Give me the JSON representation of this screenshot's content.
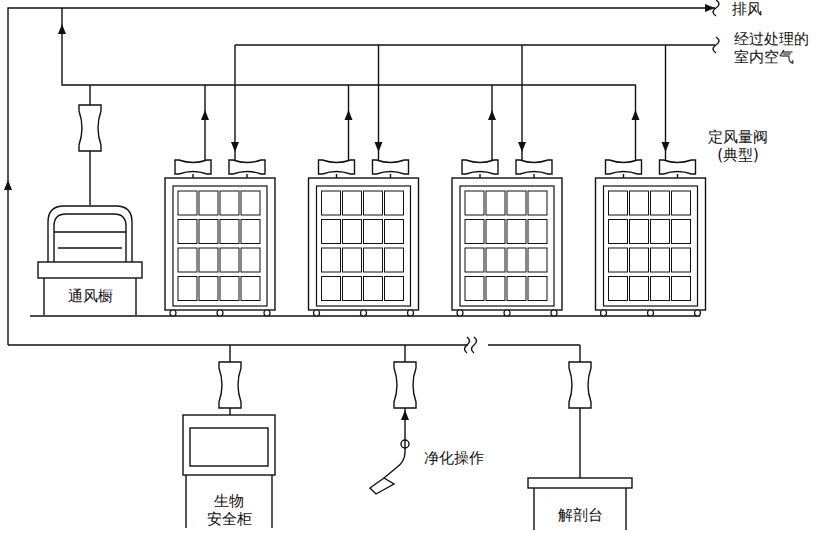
{
  "diagram": {
    "nodes": [
      {
        "text": [
          "通风橱"
        ]
      },
      {
        "text": [
          "生物 安全柜"
        ]
      },
      {
        "text": [
          "解剖台"
        ]
      }
    ],
    "labels": [
      "排风",
      "经过处理的 室内空气",
      "定风量阀 (典型)",
      "净化操作"
    ]
  }
}
